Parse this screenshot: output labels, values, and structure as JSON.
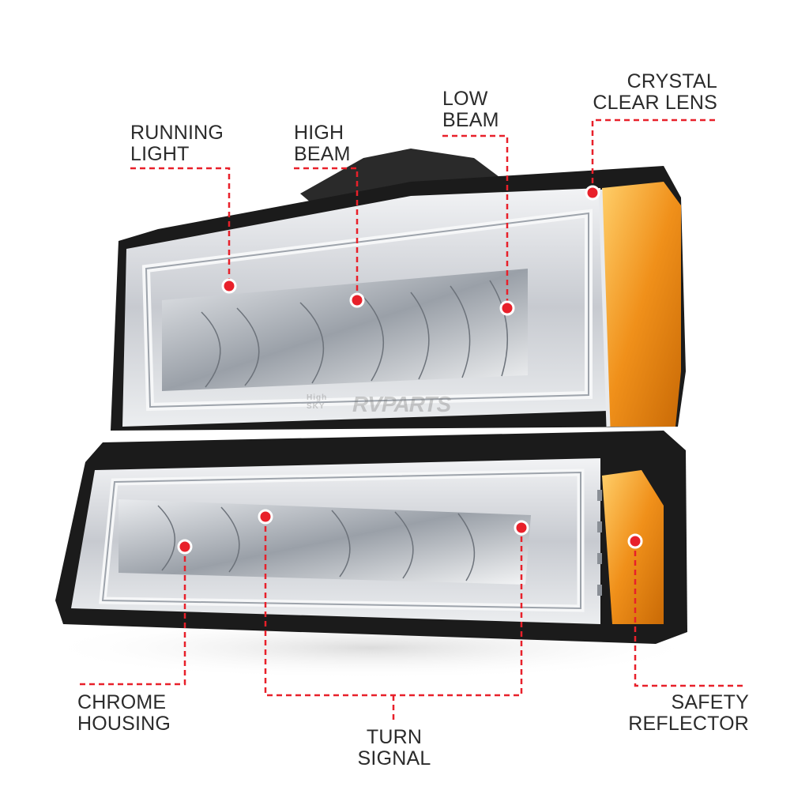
{
  "labels": {
    "running_light": [
      "RUNNING",
      "LIGHT"
    ],
    "high_beam": [
      "HIGH",
      "BEAM"
    ],
    "low_beam": [
      "LOW",
      "BEAM"
    ],
    "crystal_clear_lens": [
      "CRYSTAL",
      "CLEAR LENS"
    ],
    "chrome_housing": [
      "CHROME",
      "HOUSING"
    ],
    "turn_signal": [
      "TURN",
      "SIGNAL"
    ],
    "safety_reflector": [
      "SAFETY",
      "REFLECTOR"
    ]
  },
  "watermark": {
    "small_line_1": "High",
    "small_line_2": "SKY",
    "brand": "RVPARTS"
  },
  "colors": {
    "callout_red": "#e8202a",
    "label_text": "#2b2b2b",
    "housing_black": "#1a1a1a",
    "chrome": "#c9ccd1",
    "amber": "#f39a1e"
  }
}
